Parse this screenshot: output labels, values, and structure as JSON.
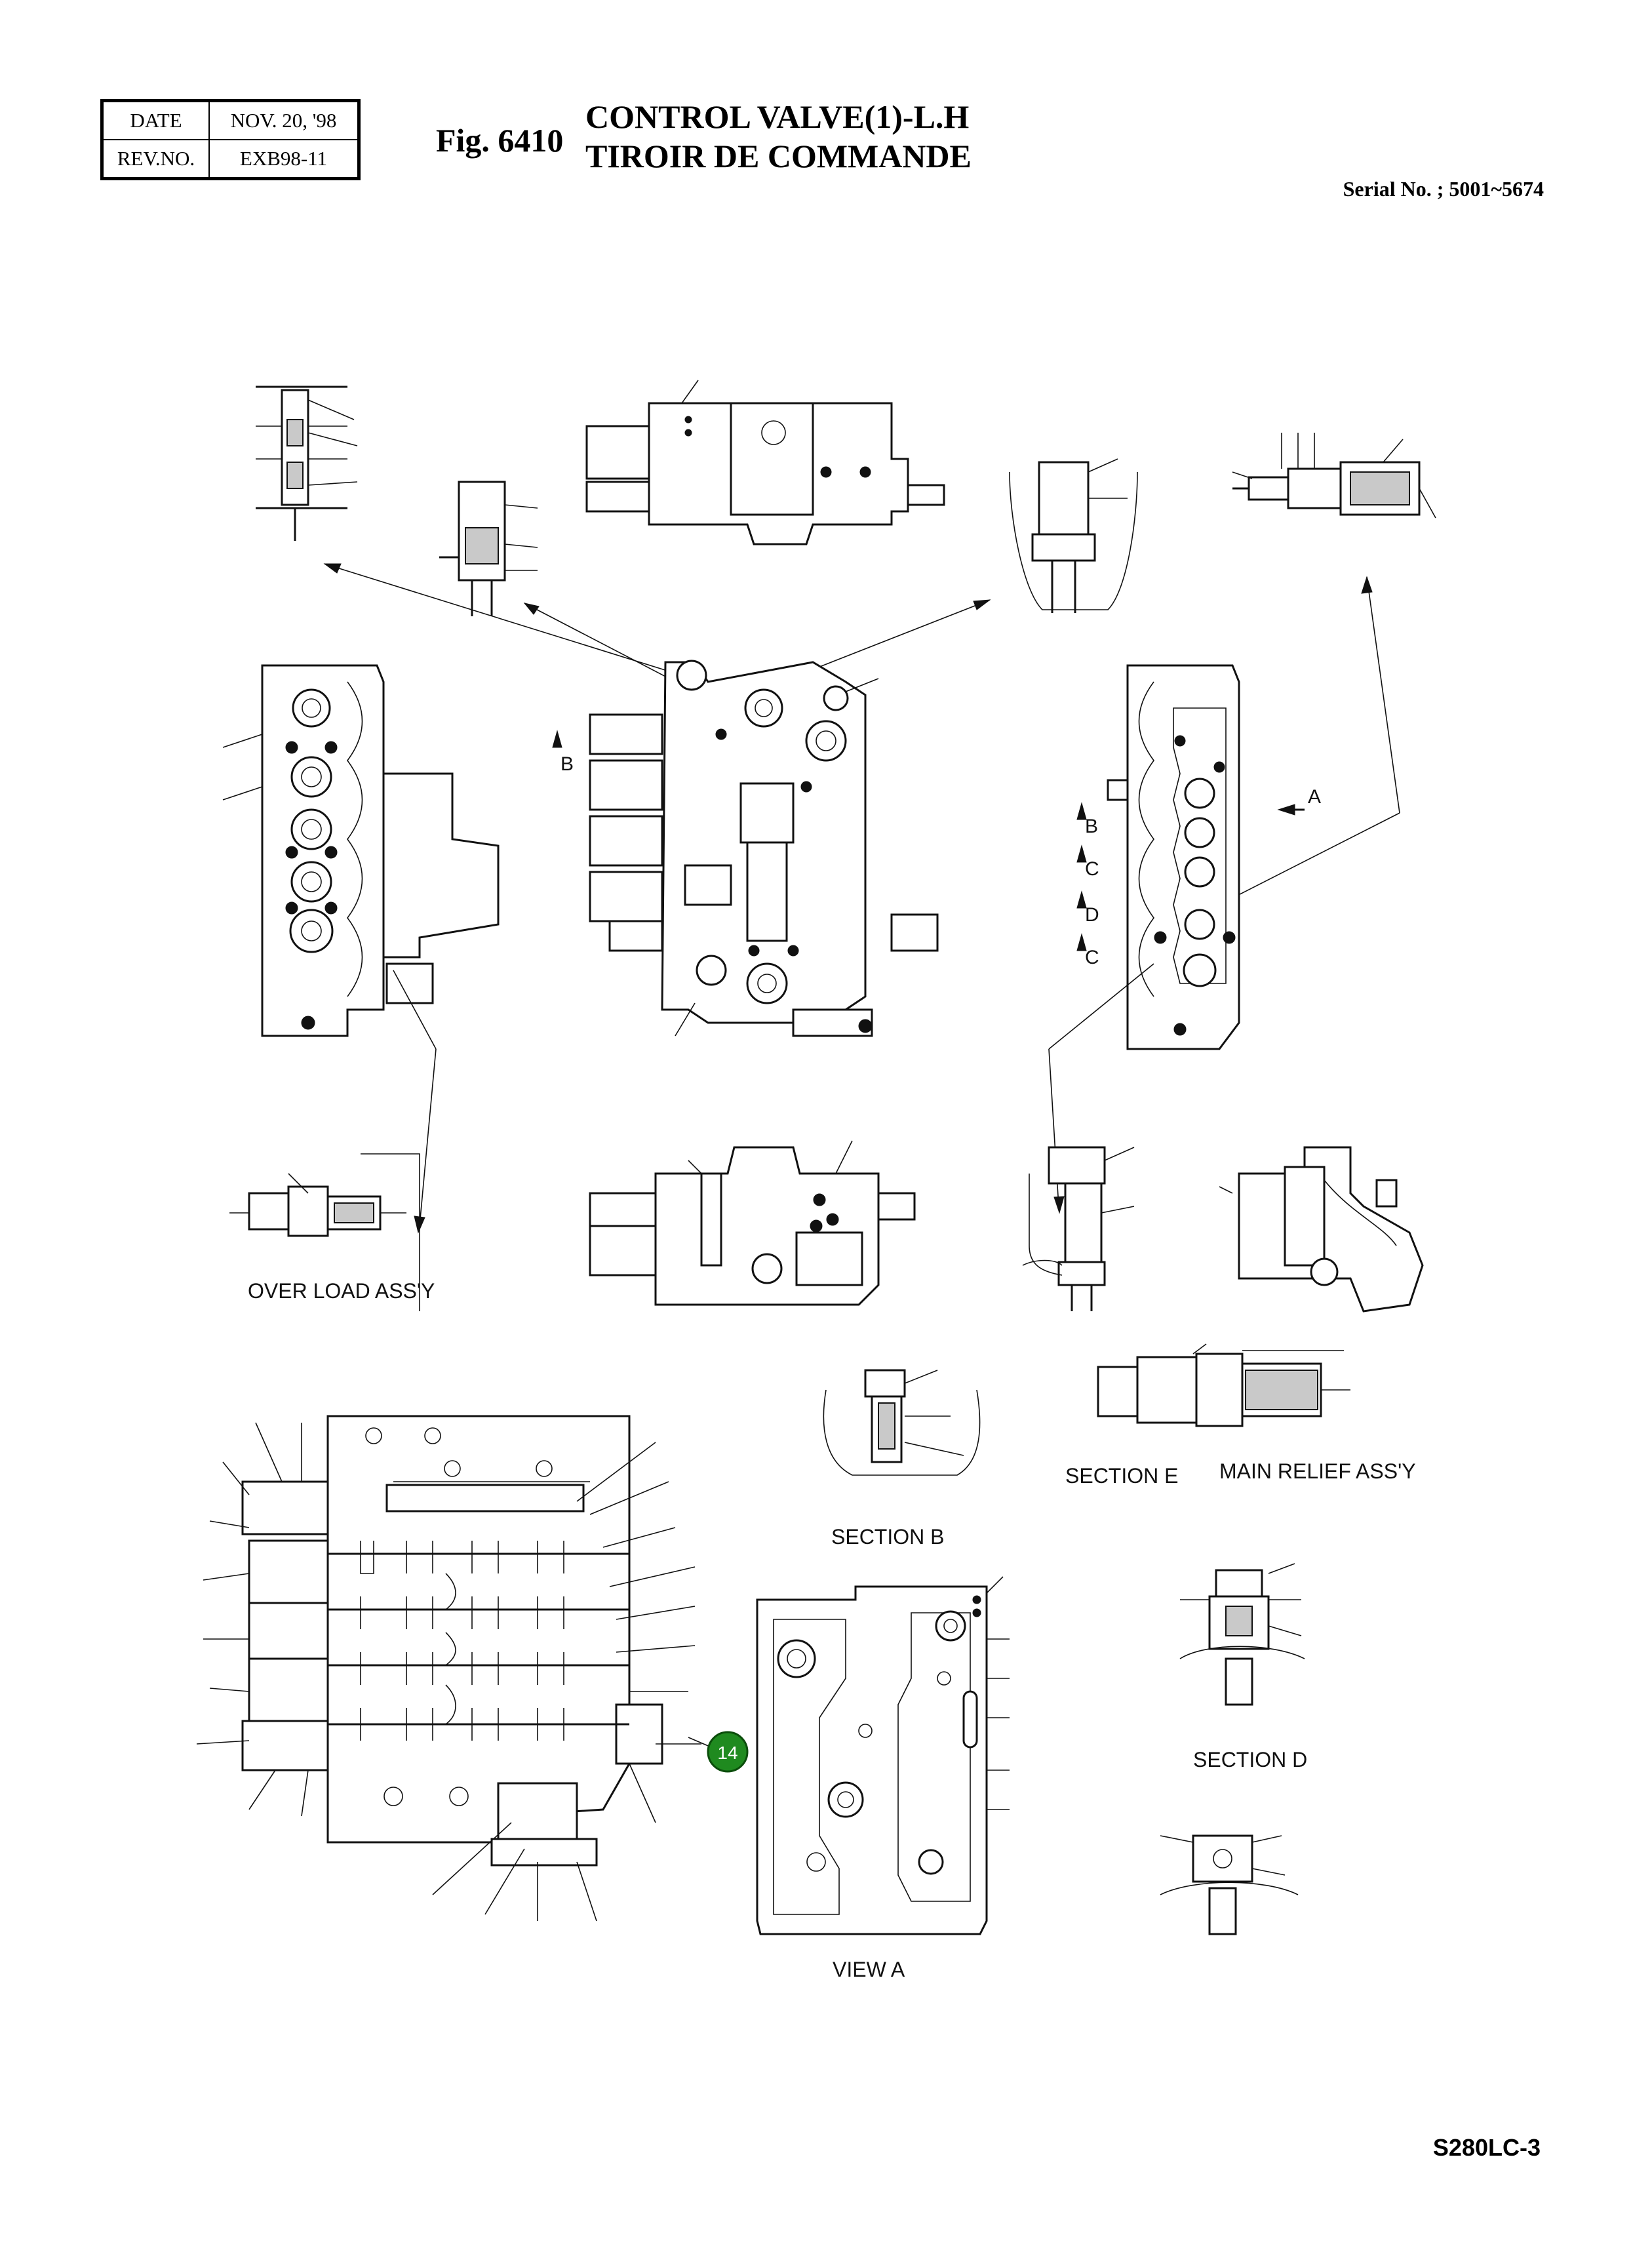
{
  "header": {
    "date_label": "DATE",
    "date_value": "NOV. 20, '98",
    "rev_label": "REV.NO.",
    "rev_value": "EXB98-11",
    "fig_number": "Fig. 6410",
    "title_line1": "CONTROL VALVE(1)-L.H",
    "title_line2": "TIROIR DE COMMANDE",
    "serial": "Serial No. ; 5001~5674"
  },
  "labels": {
    "overload_assy": "OVER LOAD ASS'Y",
    "section_b": "SECTION  B",
    "section_e": "SECTION  E",
    "main_relief_assy": "MAIN RELIEF ASS'Y",
    "section_d": "SECTION  D",
    "view_a": "VIEW  A"
  },
  "view_letters": {
    "left_b": "B",
    "right_b": "B",
    "right_c1": "C",
    "right_d": "D",
    "right_c2": "C",
    "right_a": "A"
  },
  "callout": {
    "number": "14",
    "color": "#1f8a1f"
  },
  "footer": {
    "model": "S280LC-3"
  }
}
